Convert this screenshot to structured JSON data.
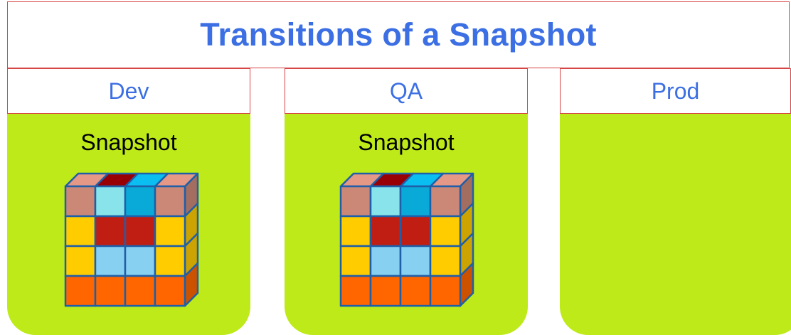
{
  "diagram": {
    "title": "Transitions of a Snapshot",
    "environments": [
      {
        "name": "Dev",
        "snapshot_label": "Snapshot",
        "has_snapshot": true
      },
      {
        "name": "QA",
        "snapshot_label": "Snapshot",
        "has_snapshot": true
      },
      {
        "name": "Prod",
        "snapshot_label": "",
        "has_snapshot": false
      }
    ],
    "colors": {
      "title": "#3b6fe3",
      "header_border": "#d64545",
      "panel": "#bdea18",
      "cube_grid": [
        [
          "#cc8877",
          "#88e4ea",
          "#0aaad8",
          "#cc8877"
        ],
        [
          "#ffcc00",
          "#c01e13",
          "#c01e13",
          "#ffcc00"
        ],
        [
          "#ffcc00",
          "#88d0f2",
          "#88d0f2",
          "#ffcc00"
        ],
        [
          "#ff6600",
          "#ff6600",
          "#ff6600",
          "#ff6600"
        ]
      ]
    }
  }
}
